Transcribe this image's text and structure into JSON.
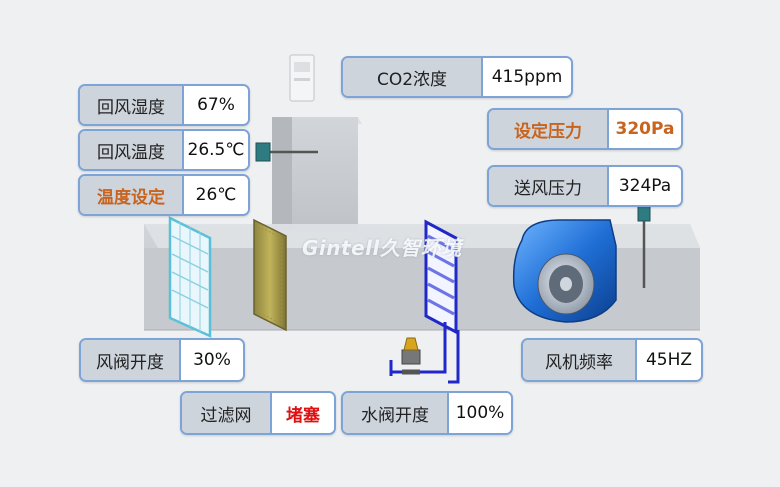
{
  "watermark": {
    "logo_text": "Gintell久智环境"
  },
  "panels": {
    "return_humidity": {
      "label": "回风湿度",
      "value": "67%"
    },
    "return_temp": {
      "label": "回风温度",
      "value": "26.5℃"
    },
    "temp_setpoint": {
      "label": "温度设定",
      "value": "26℃"
    },
    "co2": {
      "label": "CO2浓度",
      "value": "415ppm"
    },
    "pressure_setpoint": {
      "label": "设定压力",
      "value": "320Pa"
    },
    "supply_pressure": {
      "label": "送风压力",
      "value": "324Pa"
    },
    "damper_opening": {
      "label": "风阀开度",
      "value": "30%"
    },
    "filter": {
      "label": "过滤网",
      "value": "堵塞"
    },
    "valve_opening": {
      "label": "水阀开度",
      "value": "100%"
    },
    "fan_frequency": {
      "label": "风机频率",
      "value": "45HZ"
    }
  },
  "colors": {
    "duct_face": "#c9cdd1",
    "duct_top": "#e4e7ea",
    "panel_border": "#7ea3d6",
    "label_bg": "#cdd4dc",
    "setpoint_text": "#c8641e",
    "alarm_text": "#e01010",
    "fan_blue": "#1f6fd6"
  },
  "icons": [
    "co2-sensor-icon",
    "temp-humidity-sensor-icon",
    "pressure-sensor-icon",
    "damper-icon",
    "filter-icon",
    "coil-icon",
    "water-valve-icon",
    "supply-fan-icon"
  ]
}
